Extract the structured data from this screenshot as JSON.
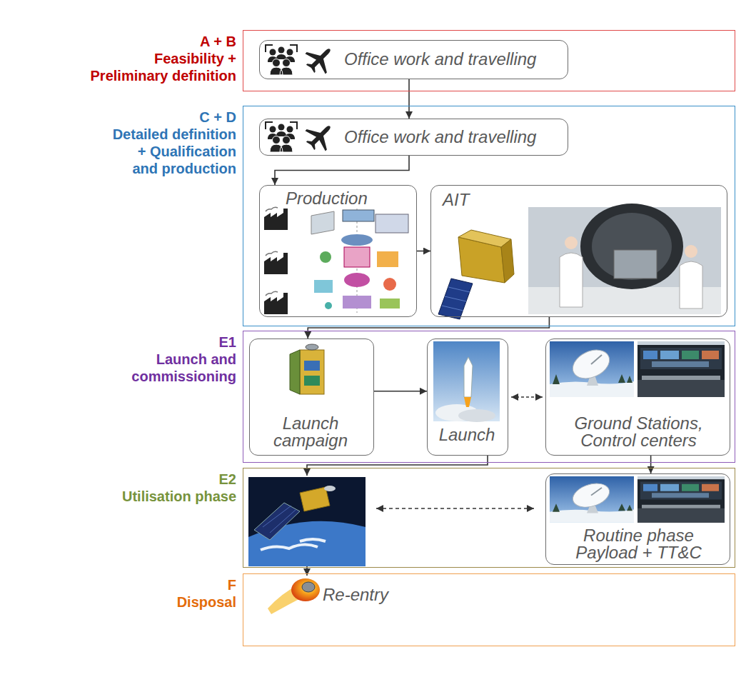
{
  "diagram": {
    "nodes": [
      {
        "text": [
          "A + B",
          "Feasibility + Preliminary definition"
        ]
      },
      {
        "text": [
          "Office work and travelling"
        ],
        "in": 0
      },
      {
        "text": [
          "C + D",
          "Detailed definition + Qualification and production"
        ]
      },
      {
        "text": [
          "Office work and travelling"
        ],
        "in": 2
      },
      {
        "text": [
          "Production"
        ],
        "in": 2
      },
      {
        "text": [
          "AIT"
        ],
        "in": 2
      },
      {
        "text": [
          "E1",
          "Launch and commissioning"
        ]
      },
      {
        "text": [
          "Launch campaign"
        ],
        "in": 6
      },
      {
        "text": [
          "Launch"
        ],
        "in": 6
      },
      {
        "text": [
          "Ground Stations, Control centers"
        ],
        "in": 6
      },
      {
        "text": [
          "E2",
          "Utilisation phase"
        ]
      },
      {
        "text": [
          "Routine phase Payload + TT&C"
        ],
        "in": 10
      },
      {
        "text": [
          "F",
          "Disposal"
        ]
      }
    ],
    "edges": [
      {
        "from": 1,
        "to": 3,
        "arrow": "to"
      },
      {
        "from": 3,
        "to": 4,
        "arrow": "to"
      },
      {
        "from": 4,
        "to": 5,
        "arrow": "to"
      },
      {
        "from": 5,
        "to": 7,
        "arrow": "to"
      },
      {
        "from": 7,
        "to": 8,
        "arrow": "to"
      },
      {
        "from": 8,
        "to": 9,
        "arrow": "both"
      },
      {
        "from": 9,
        "to": 11,
        "arrow": "to"
      }
    ],
    "labels": [
      "Re-entry"
    ]
  }
}
